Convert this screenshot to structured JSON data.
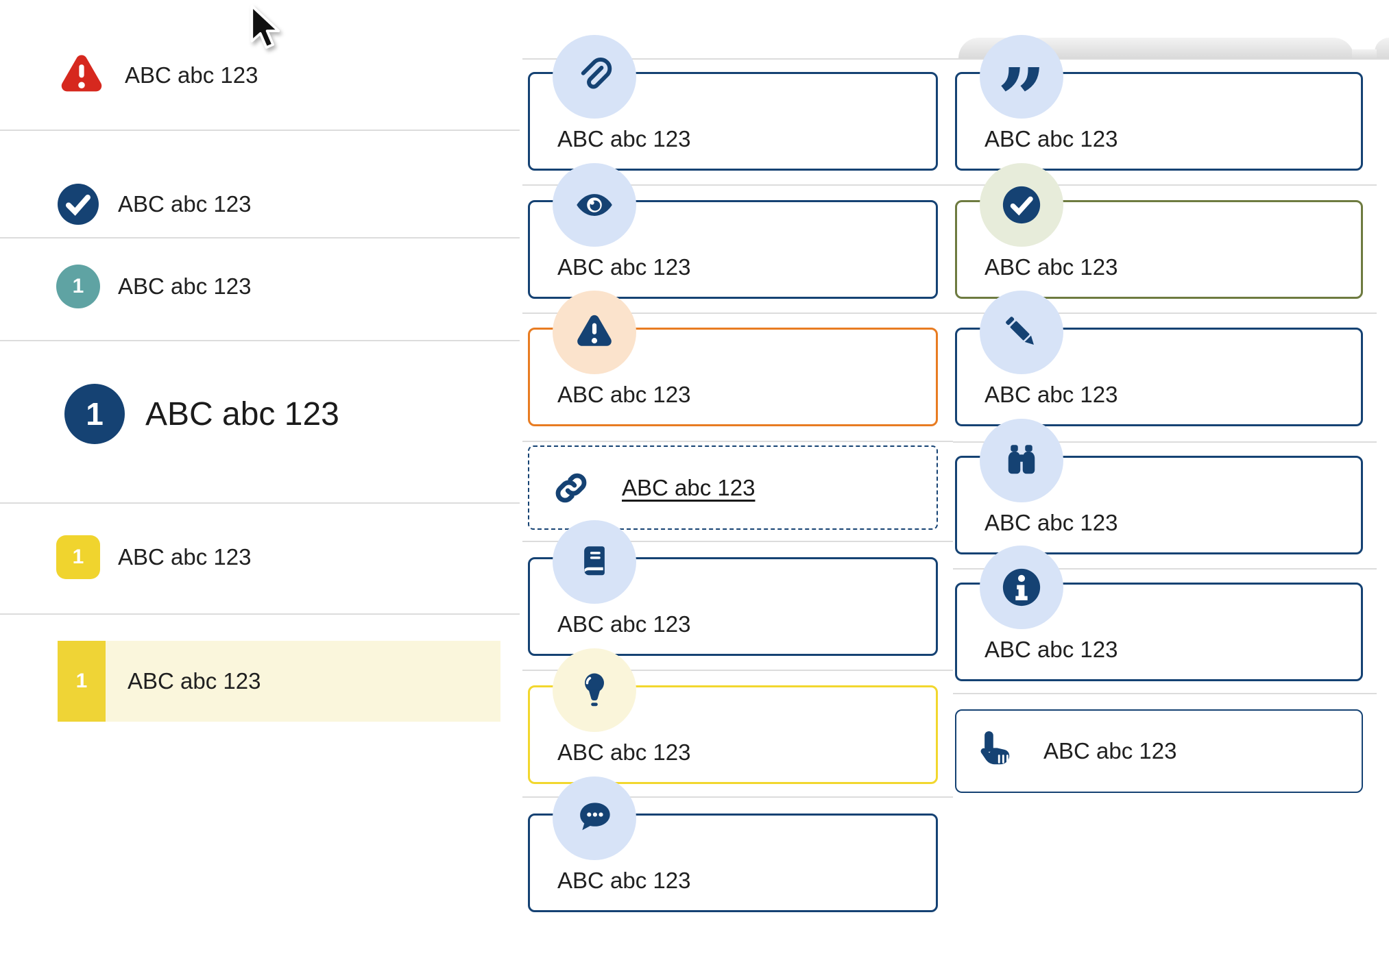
{
  "colors": {
    "navy": "#154273",
    "lightblue": "#D7E3F7",
    "peach": "#FBE3CC",
    "paleyellow": "#FAF5DA",
    "paleolive": "#E7ECDA",
    "orange": "#E87C22",
    "yellow": "#F2D72E",
    "olive": "#6E7B40",
    "teal": "#5FA3A3",
    "red": "#D6281E",
    "yellowsquare": "#F0D42E",
    "seltab": "#EFD436",
    "selbg": "#FAF6DC",
    "divider": "#DCDCDC",
    "text": "#202020",
    "link": "#1A1A1A",
    "graytop": "#F3F3F3",
    "graybottom": "#D9D9D9"
  },
  "left_list": {
    "rows": [
      {
        "icon": "alert-triangle-icon",
        "text": "ABC abc 123"
      },
      {
        "icon": "check-circle-icon",
        "text": "ABC abc 123"
      },
      {
        "icon": "number-badge",
        "badge": "1",
        "text": "ABC abc 123"
      },
      {
        "icon": "number-badge-large",
        "badge": "1",
        "text": "ABC abc 123"
      },
      {
        "icon": "number-badge-square",
        "badge": "1",
        "text": "ABC abc 123"
      },
      {
        "icon": "number-badge-selected",
        "badge": "1",
        "text": "ABC abc 123"
      }
    ]
  },
  "middle_callouts": {
    "rows": [
      {
        "icon": "paperclip-icon",
        "text": "ABC abc 123"
      },
      {
        "icon": "eye-icon",
        "text": "ABC abc 123"
      },
      {
        "icon": "warning-icon",
        "text": "ABC abc 123"
      },
      {
        "icon": "link-icon",
        "text": "ABC abc 123"
      },
      {
        "icon": "book-icon",
        "text": "ABC abc 123"
      },
      {
        "icon": "lightbulb-icon",
        "text": "ABC abc 123"
      },
      {
        "icon": "chat-icon",
        "text": "ABC abc 123"
      }
    ]
  },
  "right_callouts": {
    "rows": [
      {
        "icon": "quote-icon",
        "glyph": "”",
        "text": "ABC abc 123"
      },
      {
        "icon": "check-circle-icon",
        "text": "ABC abc 123"
      },
      {
        "icon": "pencil-icon",
        "text": "ABC abc 123"
      },
      {
        "icon": "binoculars-icon",
        "text": "ABC abc 123"
      },
      {
        "icon": "info-icon",
        "text": "ABC abc 123"
      },
      {
        "icon": "hand-point-icon",
        "text": "ABC abc 123"
      }
    ]
  }
}
